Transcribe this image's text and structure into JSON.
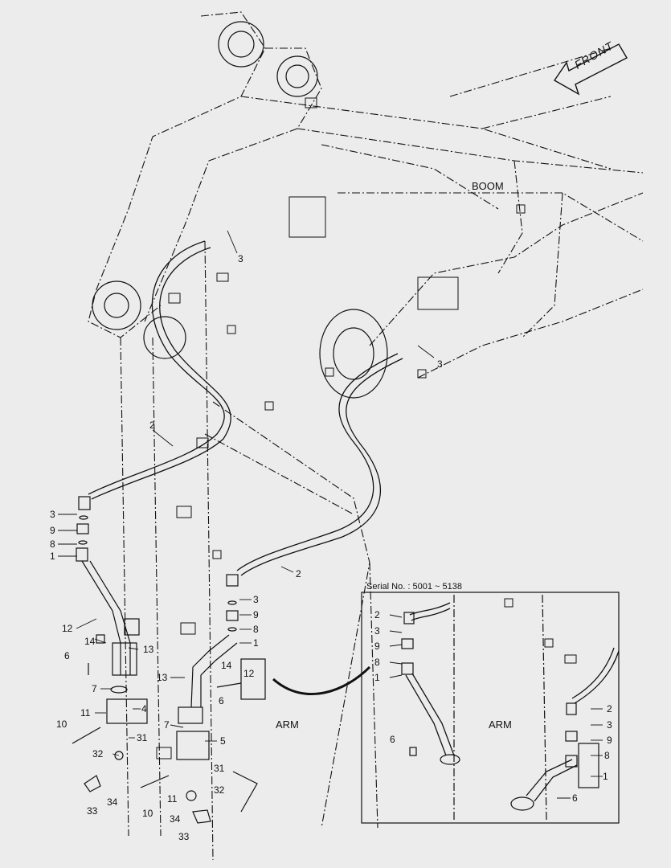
{
  "front_label": "FRONT",
  "boom_label": "BOOM",
  "arm_label": "ARM",
  "inset": {
    "title": "Serial No. : 5001 ~ 5138",
    "arm_label": "ARM",
    "callouts": [
      "2",
      "3",
      "9",
      "8",
      "1",
      "6",
      "2",
      "3",
      "9",
      "8",
      "1",
      "6"
    ]
  },
  "callouts_main": [
    "3",
    "3",
    "2",
    "2",
    "3",
    "9",
    "8",
    "1",
    "12",
    "14",
    "13",
    "6",
    "7",
    "11",
    "4",
    "10",
    "31",
    "32",
    "34",
    "33",
    "3",
    "9",
    "8",
    "1",
    "14",
    "12",
    "13",
    "6",
    "7",
    "5",
    "31",
    "32",
    "11",
    "10",
    "34",
    "33"
  ],
  "colors": {
    "background": "#ececec",
    "line": "#111111"
  }
}
